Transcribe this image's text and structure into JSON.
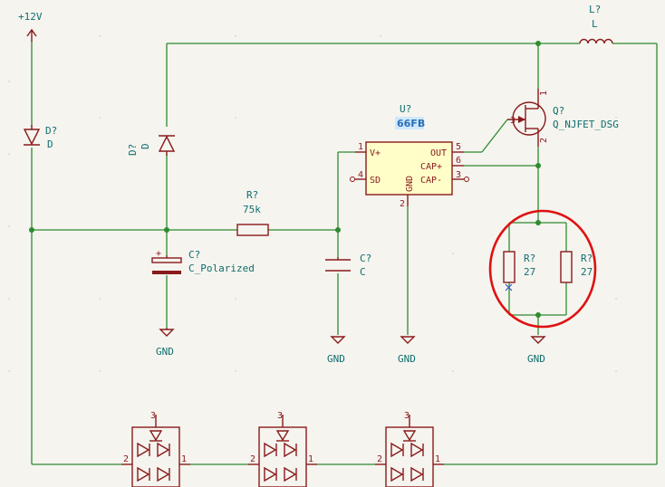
{
  "power": {
    "vcc": "+12V"
  },
  "gnd_label": "GND",
  "d1": {
    "ref": "D?",
    "value": "D"
  },
  "d2": {
    "ref": "D?",
    "value": "D"
  },
  "r1": {
    "ref": "R?",
    "value": "75k"
  },
  "c1": {
    "ref": "C?",
    "value": "C_Polarized"
  },
  "c2": {
    "ref": "C?",
    "value": "C"
  },
  "u1": {
    "ref": "U?",
    "value": "66FB",
    "pins": {
      "vplus": "V+",
      "sd": "SD",
      "gnd": "GND",
      "out": "OUT",
      "capp": "CAP+",
      "capm": "CAP-",
      "n1": "1",
      "n4": "4",
      "n2": "2",
      "n5": "5",
      "n6": "6",
      "n3": "3"
    }
  },
  "q1": {
    "ref": "Q?",
    "value": "Q_NJFET_DSG",
    "pins": {
      "n1": "1",
      "n2": "2",
      "n3": "3"
    }
  },
  "l1": {
    "ref": "L?",
    "value": "L"
  },
  "r2": {
    "ref": "R?",
    "value": "27"
  },
  "r3": {
    "ref": "R?",
    "value": "27"
  },
  "led_pins": {
    "n1": "1",
    "n2": "2",
    "n3": "3"
  },
  "colors": {
    "wire": "#2e8b2e",
    "part": "#8a1a1a",
    "label": "#0f6e6e",
    "highlight": "#e01010",
    "ic_body": "#fffdc8"
  }
}
